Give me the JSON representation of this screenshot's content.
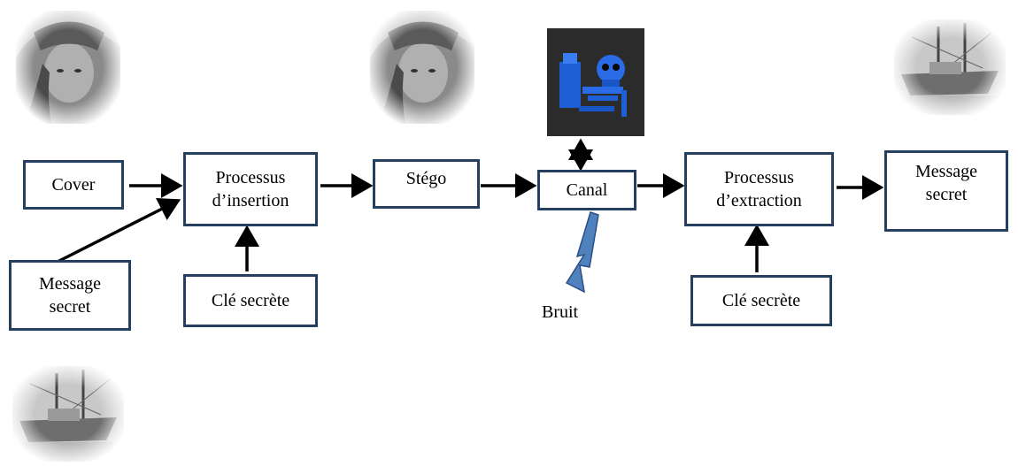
{
  "nodes": {
    "cover": "Cover",
    "message_secret_in": "Message\nsecret",
    "insertion": "Processus\nd’insertion",
    "cle_insertion": "Clé secrète",
    "stego": "Stégo",
    "canal": "Canal",
    "bruit": "Bruit",
    "extraction": "Processus\nd’extraction",
    "cle_extraction": "Clé secrète",
    "message_secret_out": "Message\nsecret"
  },
  "images": {
    "cover_image": "portrait-photo-icon",
    "stego_image": "portrait-photo-icon",
    "secret_image_in": "boat-photo-icon",
    "secret_image_out": "boat-photo-icon",
    "attacker": "skeleton-attacker-icon"
  },
  "colors": {
    "box_border": "#243f60",
    "arrow": "#000000",
    "lightning": "#4f81bd",
    "attacker_bg": "#2b2b2b",
    "attacker_fg": "#1f5fd6"
  }
}
